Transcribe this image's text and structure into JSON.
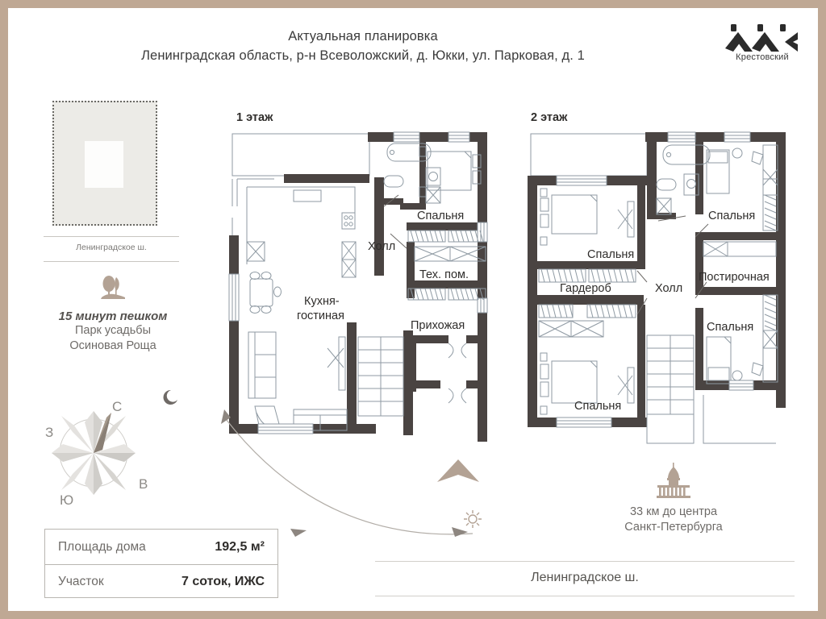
{
  "page": {
    "border_color": "#bfa894",
    "background": "#ffffff"
  },
  "header": {
    "title_line1": "Актуальная планировка",
    "title_line2": "Ленинградская область, р-н Всеволожский, д. Юкки, ул. Парковая, д. 1",
    "logo": {
      "icon": "zhk-roof-logo-icon",
      "text": "Крестовский"
    }
  },
  "sidebar": {
    "sitemap": {
      "icon": "site-plot-diagram-icon",
      "plot_label": "",
      "house_label": ""
    },
    "road_label": "Ленинградское ш.",
    "park": {
      "icon": "park-tree-icon",
      "time": "15 минут пешком",
      "name_line1": "Парк усадьбы",
      "name_line2": "Осиновая Роща"
    },
    "compass": {
      "icon": "compass-rose-icon",
      "north": "С",
      "west": "З",
      "east": "В",
      "south": "Ю"
    },
    "info_rows": [
      {
        "label": "Площадь дома",
        "value": "192,5 м²"
      },
      {
        "label": "Участок",
        "value": "7 соток, ИЖС"
      }
    ]
  },
  "floors": [
    {
      "heading": "1 этаж",
      "rooms": [
        {
          "name": "Спальня"
        },
        {
          "name": "Холл"
        },
        {
          "name": "Тех. пом."
        },
        {
          "name": "Кухня-"
        },
        {
          "name": "гостиная"
        },
        {
          "name": "Прихожая"
        }
      ]
    },
    {
      "heading": "2 этаж",
      "rooms": [
        {
          "name": "Спальня"
        },
        {
          "name": "Спальня"
        },
        {
          "name": "Постирочная"
        },
        {
          "name": "Гардероб"
        },
        {
          "name": "Холл"
        },
        {
          "name": "Спальня"
        },
        {
          "name": "Спальня"
        }
      ]
    }
  ],
  "decorations": {
    "sun_path": {
      "icon": "sun-path-arc-icon",
      "moon": "moon-icon",
      "sun": "sun-icon"
    },
    "north_marker": {
      "icon": "up-triangle-marker-icon"
    }
  },
  "spb": {
    "icon": "cathedral-icon",
    "line1": "33 км до центра",
    "line2": "Санкт-Петербурга"
  },
  "bottom_road_label": "Ленинградское ш.",
  "colors": {
    "frame": "#bfa894",
    "wall": "#4a4442",
    "thin_line": "#8f9aa3",
    "text_dark": "#2f2d2b",
    "text_muted": "#6e6b68",
    "accent_tan": "#b3a294"
  }
}
